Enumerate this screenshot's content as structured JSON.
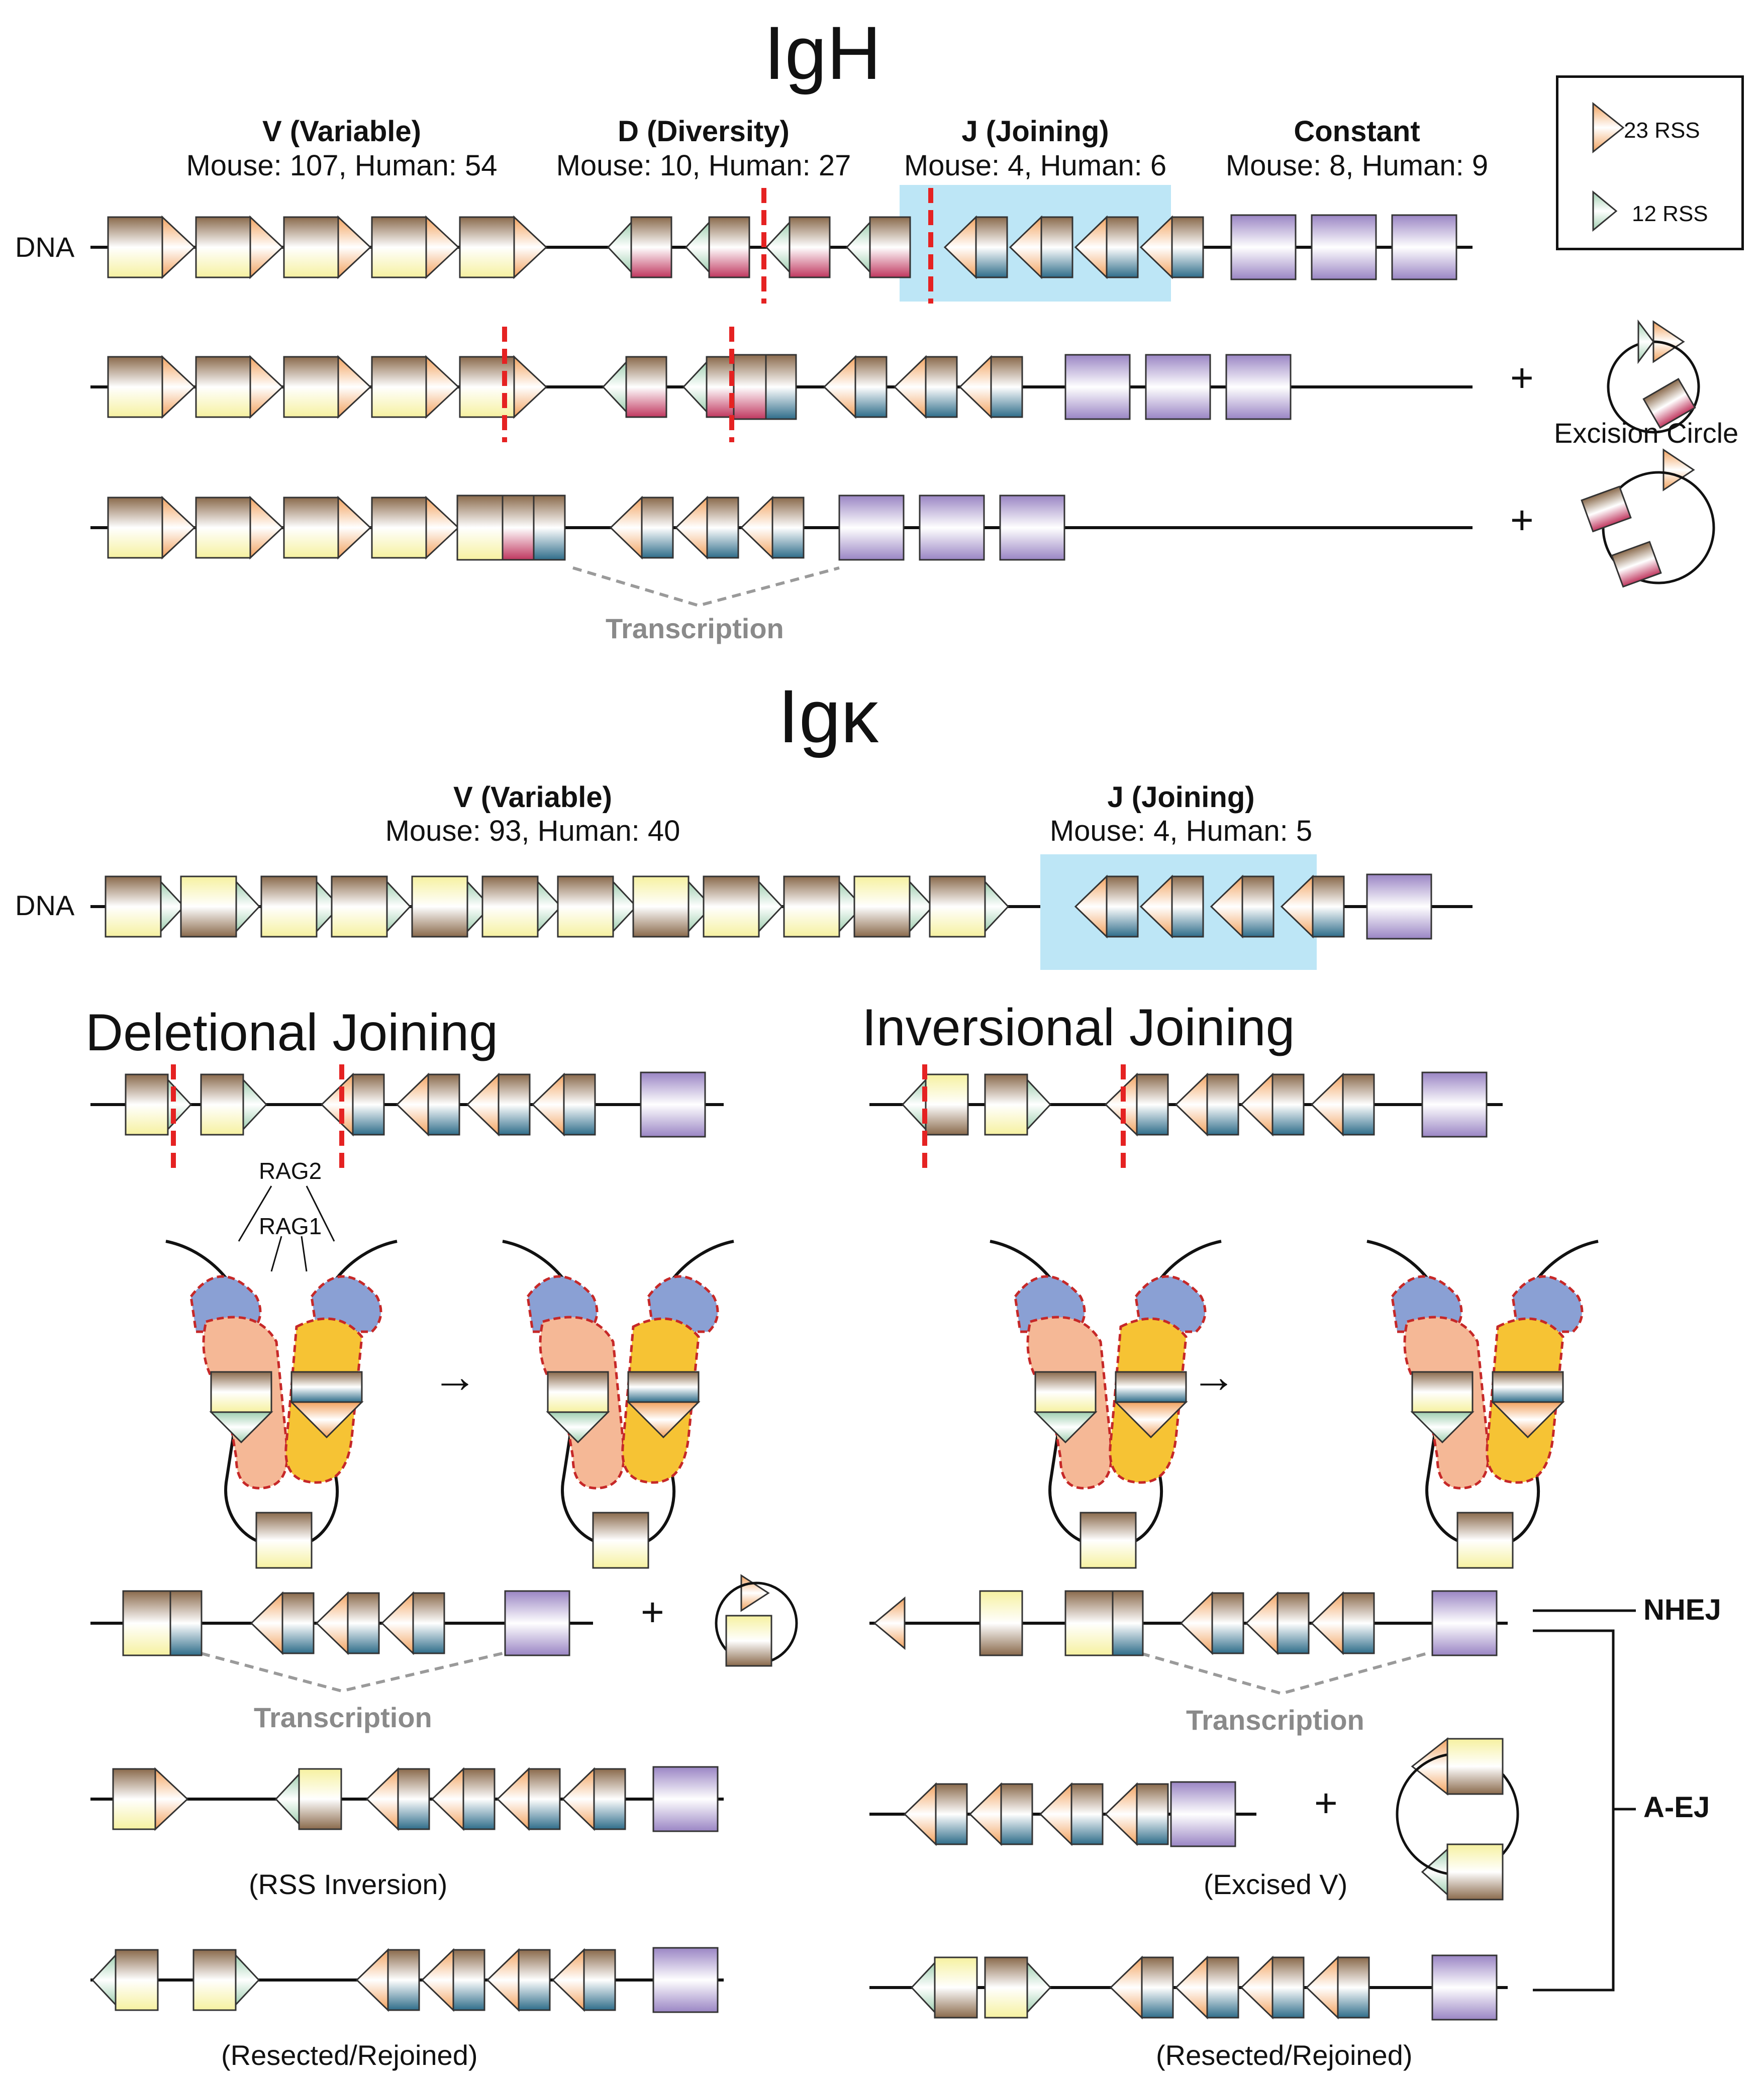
{
  "igh": {
    "title": "IgH",
    "v_name": "V (Variable)",
    "v_count": "Mouse: 107, Human: 54",
    "d_name": "D (Diversity)",
    "d_count": "Mouse: 10, Human: 27",
    "j_name": "J (Joining)",
    "j_count": "Mouse: 4, Human: 6",
    "c_name": "Constant",
    "c_count": "Mouse: 8, Human: 9",
    "dna": "DNA",
    "excision": "Excision Circle",
    "transcription": "Transcription",
    "plus": "+"
  },
  "legend": {
    "rss23": "23 RSS",
    "rss12": "12 RSS"
  },
  "igk": {
    "title": "Igκ",
    "v_name": "V (Variable)",
    "v_count": "Mouse: 93, Human: 40",
    "j_name": "J (Joining)",
    "j_count": "Mouse: 4, Human: 5",
    "dna": "DNA"
  },
  "deletional": {
    "title": "Deletional Joining",
    "rag2": "RAG2",
    "rag1": "RAG1",
    "transcription": "Transcription",
    "rss_inversion": "(RSS Inversion)",
    "resected": "(Resected/Rejoined)",
    "plus": "+",
    "arrow": "→"
  },
  "inversional": {
    "title": "Inversional Joining",
    "transcription": "Transcription",
    "excised_v": "(Excised V)",
    "resected": "(Resected/Rejoined)",
    "plus": "+",
    "arrow": "→"
  },
  "pathways": {
    "nhej": "NHEJ",
    "aej": "A-EJ"
  },
  "colors": {
    "v_gene": "#f6f1a0",
    "v_dark": "#8a6a4c",
    "d_gene": "#c0375f",
    "j_gene": "#2f6d8a",
    "constant": "#9a85c4",
    "rss23": "#f2a25e",
    "rss12": "#b7d9c2",
    "highlight": "#bde6f6",
    "cut": "#e52222",
    "rag1": "#f5b896",
    "rag2": "#8aa0d4",
    "rag_yellow": "#f6c334"
  }
}
